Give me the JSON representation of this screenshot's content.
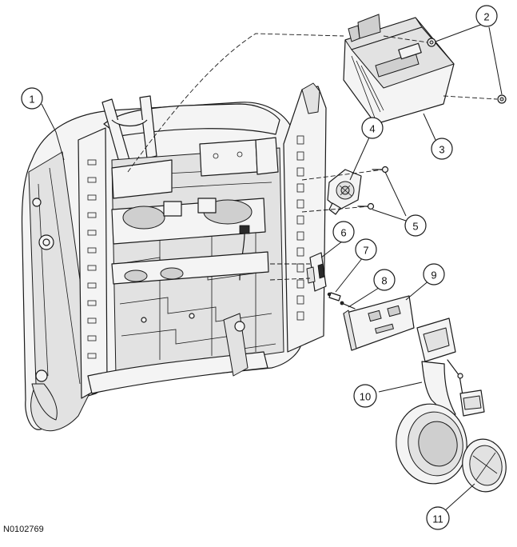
{
  "figure_id": "N0102769",
  "callouts": [
    {
      "id": "callout-1",
      "label": "1"
    },
    {
      "id": "callout-2",
      "label": "2"
    },
    {
      "id": "callout-3",
      "label": "3"
    },
    {
      "id": "callout-4",
      "label": "4"
    },
    {
      "id": "callout-5",
      "label": "5"
    },
    {
      "id": "callout-6",
      "label": "6"
    },
    {
      "id": "callout-7",
      "label": "7"
    },
    {
      "id": "callout-8",
      "label": "8"
    },
    {
      "id": "callout-9",
      "label": "9"
    },
    {
      "id": "callout-10",
      "label": "10"
    },
    {
      "id": "callout-11",
      "label": "11"
    }
  ]
}
